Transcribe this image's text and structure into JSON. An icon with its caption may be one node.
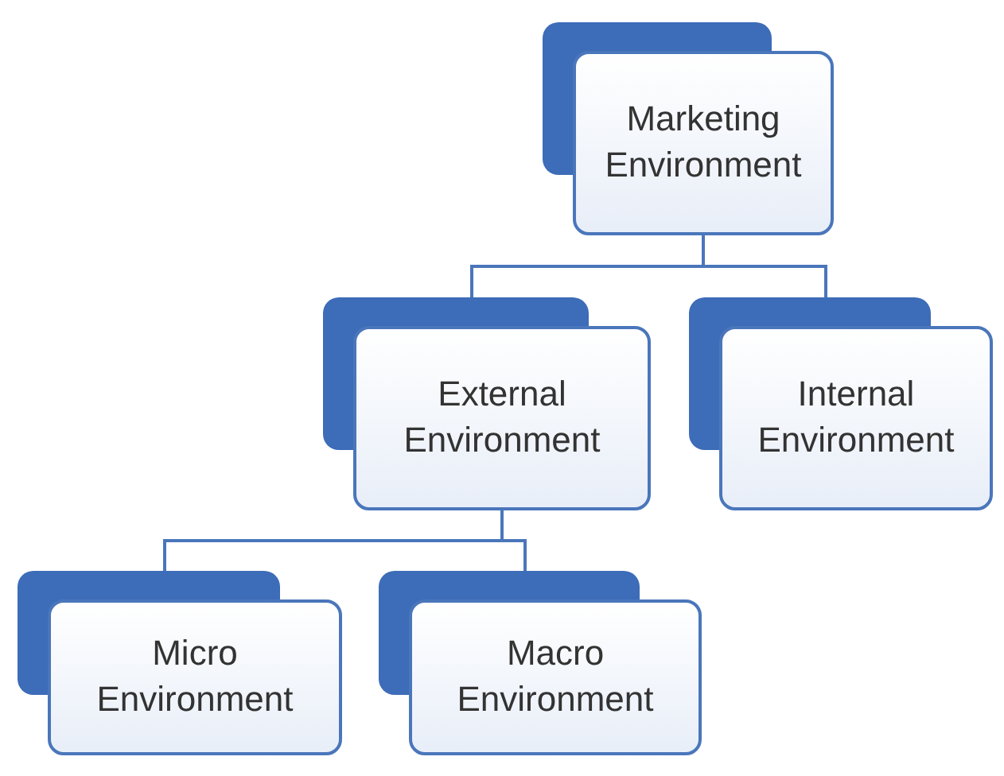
{
  "diagram": {
    "nodes": [
      {
        "text": [
          "Marketing Environment"
        ]
      },
      {
        "text": [
          "External Environment"
        ]
      },
      {
        "text": [
          "Internal Environment"
        ]
      },
      {
        "text": [
          "Micro Environment"
        ]
      },
      {
        "text": [
          "Macro Environment"
        ]
      }
    ],
    "edges": [
      {
        "from": 0,
        "to": 1,
        "arrow": "none"
      },
      {
        "from": 0,
        "to": 2,
        "arrow": "none"
      },
      {
        "from": 1,
        "to": 3,
        "arrow": "none"
      },
      {
        "from": 1,
        "to": 4,
        "arrow": "none"
      }
    ]
  }
}
